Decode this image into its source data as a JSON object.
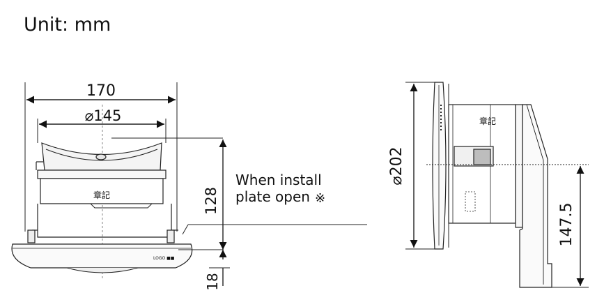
{
  "unit_label": "Unit: mm",
  "front_view": {
    "width_outer": "170",
    "width_inner": "⌀145",
    "height_open": "128",
    "note_line1": "When install",
    "note_line2": "plate open",
    "note_mark": "※",
    "base_height": "18",
    "body_stamp": "章記"
  },
  "side_view": {
    "diameter": "⌀202",
    "center_height": "147.5",
    "body_stamp": "章記"
  }
}
